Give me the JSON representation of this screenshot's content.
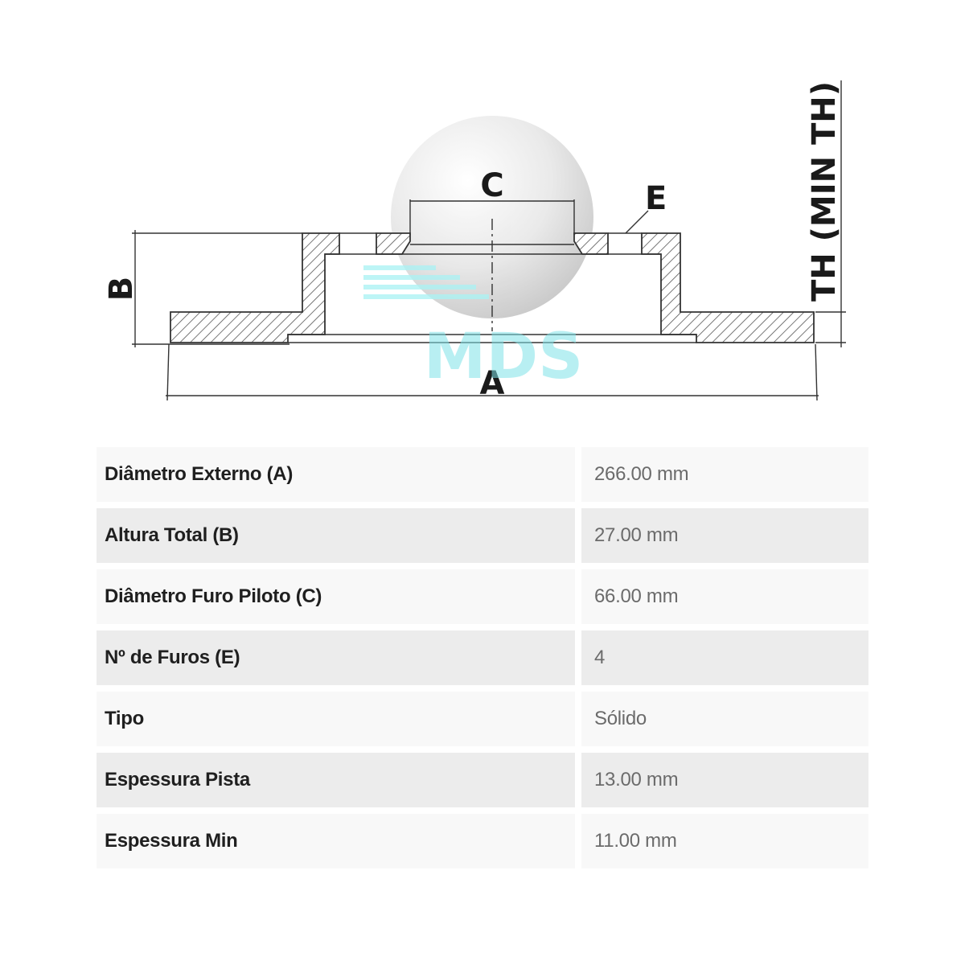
{
  "diagram": {
    "labels": {
      "a": "A",
      "b": "B",
      "c": "C",
      "e": "E",
      "th": "TH (MIN TH)"
    },
    "watermark": "MDS",
    "colors": {
      "line": "#333333",
      "hatch": "#555555",
      "watermark": "#7fe3e8"
    }
  },
  "specs": [
    {
      "label": "Diâmetro Externo (A)",
      "value": "266.00 mm"
    },
    {
      "label": "Altura Total (B)",
      "value": "27.00 mm"
    },
    {
      "label": "Diâmetro Furo Piloto (C)",
      "value": "66.00 mm"
    },
    {
      "label": "Nº de Furos (E)",
      "value": "4"
    },
    {
      "label": "Tipo",
      "value": "Sólido"
    },
    {
      "label": "Espessura Pista",
      "value": "13.00 mm"
    },
    {
      "label": "Espessura Min",
      "value": "11.00 mm"
    }
  ]
}
